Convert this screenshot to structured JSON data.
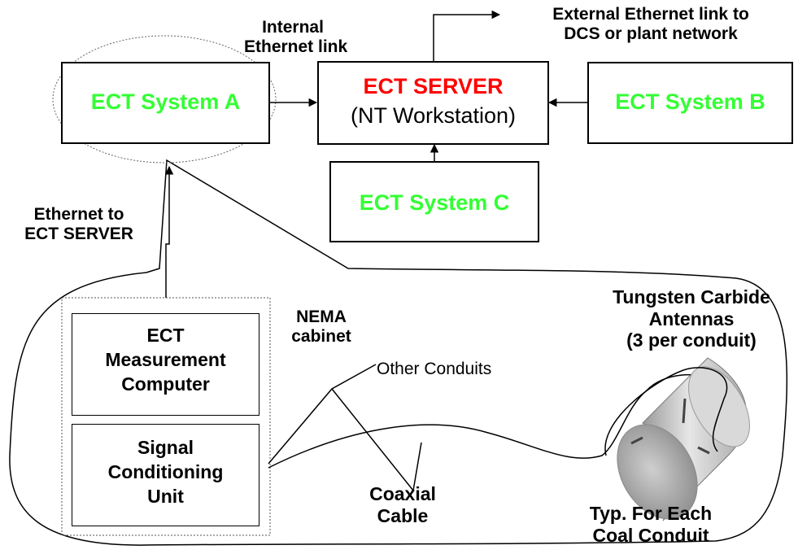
{
  "nodes": {
    "ect_system_a": "ECT System A",
    "ect_server": "ECT SERVER",
    "ect_server_sub": "(NT Workstation)",
    "ect_system_b": "ECT System B",
    "ect_system_c": "ECT System C",
    "measurement_computer": [
      "ECT",
      "Measurement",
      "Computer"
    ],
    "signal_conditioning": [
      "Signal",
      "Conditioning",
      "Unit"
    ]
  },
  "labels": {
    "internal_link": [
      "Internal",
      "Ethernet link"
    ],
    "external_link": [
      "External Ethernet link to",
      "DCS or plant network"
    ],
    "ethernet_to_server": [
      "Ethernet to",
      "ECT SERVER"
    ],
    "nema_cabinet": [
      "NEMA",
      "cabinet"
    ],
    "tungsten": [
      "Tungsten Carbide",
      "Antennas",
      "(3 per conduit)"
    ],
    "other_conduits": "Other Conduits",
    "coaxial_cable": [
      "Coaxial",
      "Cable"
    ],
    "typ_each": [
      "Typ. For Each",
      "Coal Conduit"
    ]
  },
  "colors": {
    "system_green": "#33ff33",
    "server_red": "#ff0000",
    "line_black": "#000000",
    "cylinder_gray": "#c8c8c8"
  }
}
